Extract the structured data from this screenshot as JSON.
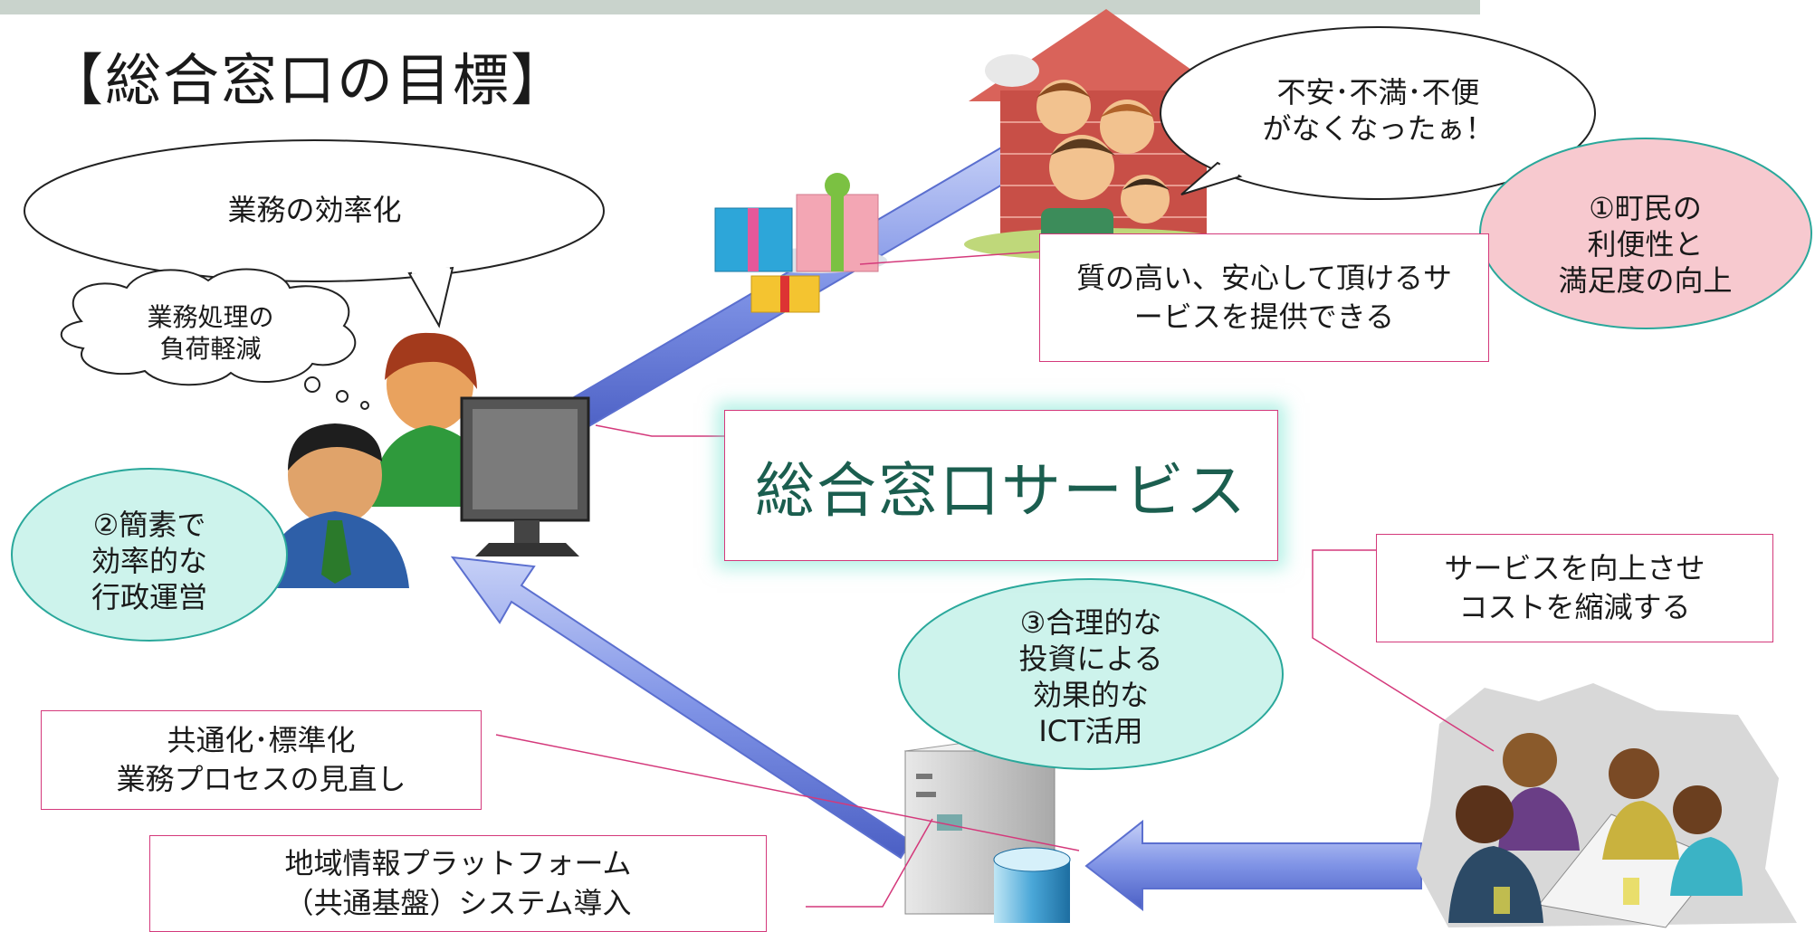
{
  "title": "【総合窓口の目標】",
  "center_service": "総合窓口サービス",
  "bubbles": {
    "efficiency": "業務の効率化",
    "load_reduction": [
      "業務処理の",
      "負荷軽減"
    ],
    "citizens": [
      "不安･不満･不便",
      "がなくなったぁ！"
    ]
  },
  "goals": {
    "goal1": [
      "①町民の",
      "利便性と",
      "満足度の向上"
    ],
    "goal2": [
      "②簡素で",
      "効率的な",
      "行政運営"
    ],
    "goal3": [
      "③合理的な",
      "投資による",
      "効果的な",
      "ICT活用"
    ]
  },
  "boxes": {
    "quality_service": [
      "質の高い、安心して頂けるサ",
      "ービスを提供できる"
    ],
    "cost_reduction": [
      "サービスを向上させ",
      "コストを縮減する"
    ],
    "standardization": [
      "共通化･標準化",
      "業務プロセスの見直し"
    ],
    "platform": [
      "地域情報プラットフォーム",
      "（共通基盤）システム導入"
    ]
  },
  "colors": {
    "accent_line": "#d4397b",
    "arrow_blue": "#7f93e6",
    "goal1_fill": "#f7c9cf",
    "goal_teal_fill": "#cdf3ec",
    "service_text": "#1b5e4f"
  },
  "icons": [
    "house-family-icon",
    "gift-boxes-icon",
    "staff-at-computer-icon",
    "server-database-icon",
    "meeting-group-icon"
  ]
}
